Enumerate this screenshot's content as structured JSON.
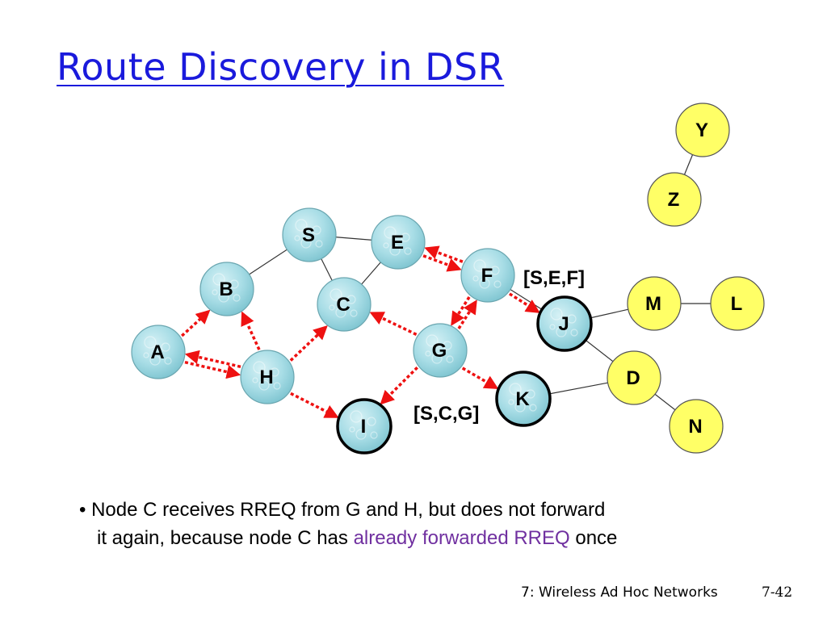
{
  "slide": {
    "title": "Route Discovery in DSR",
    "bullet_prefix": "• Node C receives RREQ from G and H, but does not forward",
    "bullet_line2_start": "it again, because node C has ",
    "bullet_highlight": "already forwarded RREQ",
    "bullet_line2_end": " once",
    "footer": "7: Wireless Ad Hoc Networks",
    "page_number": "7-42"
  },
  "colors": {
    "title": "#1a1adc",
    "highlight": "#7030a0",
    "arrow": "#ee1111",
    "yellow_node": "#ffff66",
    "blue_node": "#a8dde6"
  },
  "diagram": {
    "nodes": [
      {
        "id": "S",
        "label": "S",
        "style": "blue"
      },
      {
        "id": "E",
        "label": "E",
        "style": "blue"
      },
      {
        "id": "F",
        "label": "F",
        "style": "blue"
      },
      {
        "id": "B",
        "label": "B",
        "style": "blue"
      },
      {
        "id": "C",
        "label": "C",
        "style": "blue"
      },
      {
        "id": "A",
        "label": "A",
        "style": "blue"
      },
      {
        "id": "H",
        "label": "H",
        "style": "blue"
      },
      {
        "id": "G",
        "label": "G",
        "style": "blue"
      },
      {
        "id": "I",
        "label": "I",
        "style": "blue",
        "bold_border": true
      },
      {
        "id": "K",
        "label": "K",
        "style": "blue",
        "bold_border": true
      },
      {
        "id": "J",
        "label": "J",
        "style": "blue",
        "bold_border": true
      },
      {
        "id": "Y",
        "label": "Y",
        "style": "yellow"
      },
      {
        "id": "Z",
        "label": "Z",
        "style": "yellow"
      },
      {
        "id": "M",
        "label": "M",
        "style": "yellow"
      },
      {
        "id": "L",
        "label": "L",
        "style": "yellow"
      },
      {
        "id": "D",
        "label": "D",
        "style": "yellow"
      },
      {
        "id": "N",
        "label": "N",
        "style": "yellow"
      }
    ],
    "links": [
      [
        "S",
        "E"
      ],
      [
        "S",
        "B"
      ],
      [
        "S",
        "C"
      ],
      [
        "E",
        "C"
      ],
      [
        "F",
        "J"
      ],
      [
        "J",
        "M"
      ],
      [
        "M",
        "L"
      ],
      [
        "J",
        "D"
      ],
      [
        "D",
        "N"
      ],
      [
        "D",
        "K"
      ],
      [
        "Y",
        "Z"
      ]
    ],
    "rreq_arrows": [
      [
        "F",
        "E"
      ],
      [
        "E",
        "F"
      ],
      [
        "F",
        "G"
      ],
      [
        "G",
        "F"
      ],
      [
        "F",
        "J"
      ],
      [
        "G",
        "C"
      ],
      [
        "G",
        "K"
      ],
      [
        "G",
        "I"
      ],
      [
        "H",
        "C"
      ],
      [
        "H",
        "B"
      ],
      [
        "H",
        "A"
      ],
      [
        "A",
        "H"
      ],
      [
        "A",
        "B"
      ],
      [
        "H",
        "I"
      ]
    ],
    "path_labels": [
      {
        "text": "[S,E,F]",
        "near": "F"
      },
      {
        "text": "[S,C,G]",
        "near": "K"
      }
    ]
  }
}
